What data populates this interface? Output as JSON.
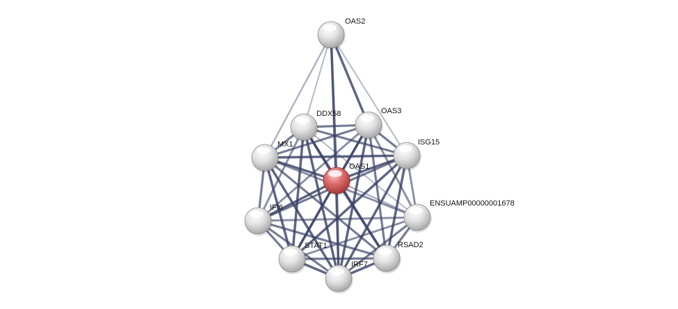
{
  "network": {
    "query_color": "#d9534f",
    "node_color": "#e6e6e6",
    "edge_color": "#3b4366",
    "nodes": [
      {
        "id": "OAS2",
        "label": "OAS2",
        "query": false
      },
      {
        "id": "DDX58",
        "label": "DDX58",
        "query": false
      },
      {
        "id": "OAS3",
        "label": "OAS3",
        "query": false
      },
      {
        "id": "MX1",
        "label": "MX1",
        "query": false
      },
      {
        "id": "ISG15",
        "label": "ISG15",
        "query": false
      },
      {
        "id": "OAS1",
        "label": "OAS1",
        "query": true
      },
      {
        "id": "IFI6",
        "label": "IFI6",
        "query": false
      },
      {
        "id": "ENSUAMP00000001678",
        "label": "ENSUAMP00000001678",
        "query": false
      },
      {
        "id": "STAT1",
        "label": "STAT1",
        "query": false
      },
      {
        "id": "RSAD2",
        "label": "RSAD2",
        "query": false
      },
      {
        "id": "IRF7",
        "label": "IRF7",
        "query": false
      }
    ],
    "edges": [
      [
        "OAS2",
        "OAS1",
        0.9
      ],
      [
        "OAS2",
        "OAS3",
        0.9
      ],
      [
        "OAS2",
        "DDX58",
        0.4
      ],
      [
        "OAS2",
        "MX1",
        0.5
      ],
      [
        "OAS2",
        "ISG15",
        0.4
      ],
      [
        "OAS2",
        "IRF7",
        0.6
      ],
      [
        "DDX58",
        "OAS3",
        0.8
      ],
      [
        "DDX58",
        "MX1",
        0.8
      ],
      [
        "DDX58",
        "ISG15",
        0.8
      ],
      [
        "DDX58",
        "OAS1",
        0.9
      ],
      [
        "DDX58",
        "IFI6",
        0.7
      ],
      [
        "DDX58",
        "ENSUAMP00000001678",
        0.4
      ],
      [
        "DDX58",
        "STAT1",
        0.9
      ],
      [
        "DDX58",
        "RSAD2",
        0.8
      ],
      [
        "DDX58",
        "IRF7",
        0.9
      ],
      [
        "OAS3",
        "MX1",
        0.8
      ],
      [
        "OAS3",
        "ISG15",
        0.8
      ],
      [
        "OAS3",
        "OAS1",
        0.9
      ],
      [
        "OAS3",
        "IFI6",
        0.7
      ],
      [
        "OAS3",
        "ENSUAMP00000001678",
        0.7
      ],
      [
        "OAS3",
        "STAT1",
        0.8
      ],
      [
        "OAS3",
        "RSAD2",
        0.8
      ],
      [
        "OAS3",
        "IRF7",
        0.9
      ],
      [
        "MX1",
        "ISG15",
        0.9
      ],
      [
        "MX1",
        "OAS1",
        0.9
      ],
      [
        "MX1",
        "IFI6",
        0.8
      ],
      [
        "MX1",
        "ENSUAMP00000001678",
        0.7
      ],
      [
        "MX1",
        "STAT1",
        0.9
      ],
      [
        "MX1",
        "RSAD2",
        0.8
      ],
      [
        "MX1",
        "IRF7",
        0.9
      ],
      [
        "ISG15",
        "OAS1",
        0.9
      ],
      [
        "ISG15",
        "IFI6",
        0.8
      ],
      [
        "ISG15",
        "ENSUAMP00000001678",
        0.7
      ],
      [
        "ISG15",
        "STAT1",
        0.9
      ],
      [
        "ISG15",
        "RSAD2",
        0.9
      ],
      [
        "ISG15",
        "IRF7",
        0.9
      ],
      [
        "OAS1",
        "IFI6",
        0.9
      ],
      [
        "OAS1",
        "ENSUAMP00000001678",
        0.5
      ],
      [
        "OAS1",
        "STAT1",
        0.9
      ],
      [
        "OAS1",
        "RSAD2",
        0.9
      ],
      [
        "OAS1",
        "IRF7",
        0.9
      ],
      [
        "IFI6",
        "ENSUAMP00000001678",
        0.7
      ],
      [
        "IFI6",
        "STAT1",
        0.8
      ],
      [
        "IFI6",
        "RSAD2",
        0.8
      ],
      [
        "IFI6",
        "IRF7",
        0.8
      ],
      [
        "ENSUAMP00000001678",
        "STAT1",
        0.7
      ],
      [
        "ENSUAMP00000001678",
        "RSAD2",
        0.8
      ],
      [
        "ENSUAMP00000001678",
        "IRF7",
        0.8
      ],
      [
        "STAT1",
        "RSAD2",
        0.8
      ],
      [
        "STAT1",
        "IRF7",
        0.9
      ],
      [
        "RSAD2",
        "IRF7",
        0.9
      ]
    ]
  }
}
